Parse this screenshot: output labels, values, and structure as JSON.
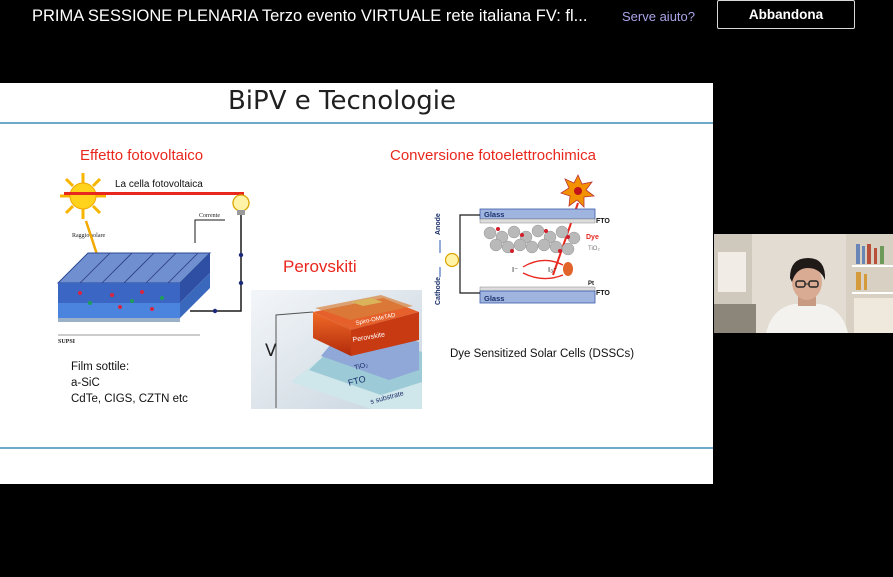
{
  "topbar": {
    "meeting_title": "PRIMA SESSIONE PLENARIA Terzo evento VIRTUALE rete italiana FV: fl...",
    "help_link": "Serve aiuto?",
    "leave_button": "Abbandona"
  },
  "slide": {
    "title": "BiPV e Tecnologie",
    "section_pv": {
      "heading": "Effetto fotovoltaico",
      "figure_caption": "La cella fotovoltaica",
      "labels": [
        "Raggio solare",
        "Corrente",
        "SUPSI"
      ],
      "notes": [
        "Film sottile:",
        "a-SiC",
        "CdTe, CIGS, CZTN etc"
      ]
    },
    "section_perovskite": {
      "heading": "Perovskiti",
      "layers": [
        "Spiro-OMeTAD",
        "Perovskite",
        "TiO₂",
        "FTO",
        "s substrate"
      ],
      "voltage_symbol": "V"
    },
    "section_dssc": {
      "heading": "Conversione fotoelettrochimica",
      "labels": [
        "Glass",
        "FTO",
        "Dye",
        "TiO₂",
        "Pt",
        "FTO",
        "Glass",
        "Anode",
        "Cathode",
        "I⁻",
        "I₃⁻"
      ],
      "caption": "Dye Sensitized Solar Cells (DSSCs)"
    }
  },
  "colors": {
    "accent_red": "#e8281e",
    "rule_blue": "#6fa8c8",
    "help_link": "#a9a4e8"
  }
}
